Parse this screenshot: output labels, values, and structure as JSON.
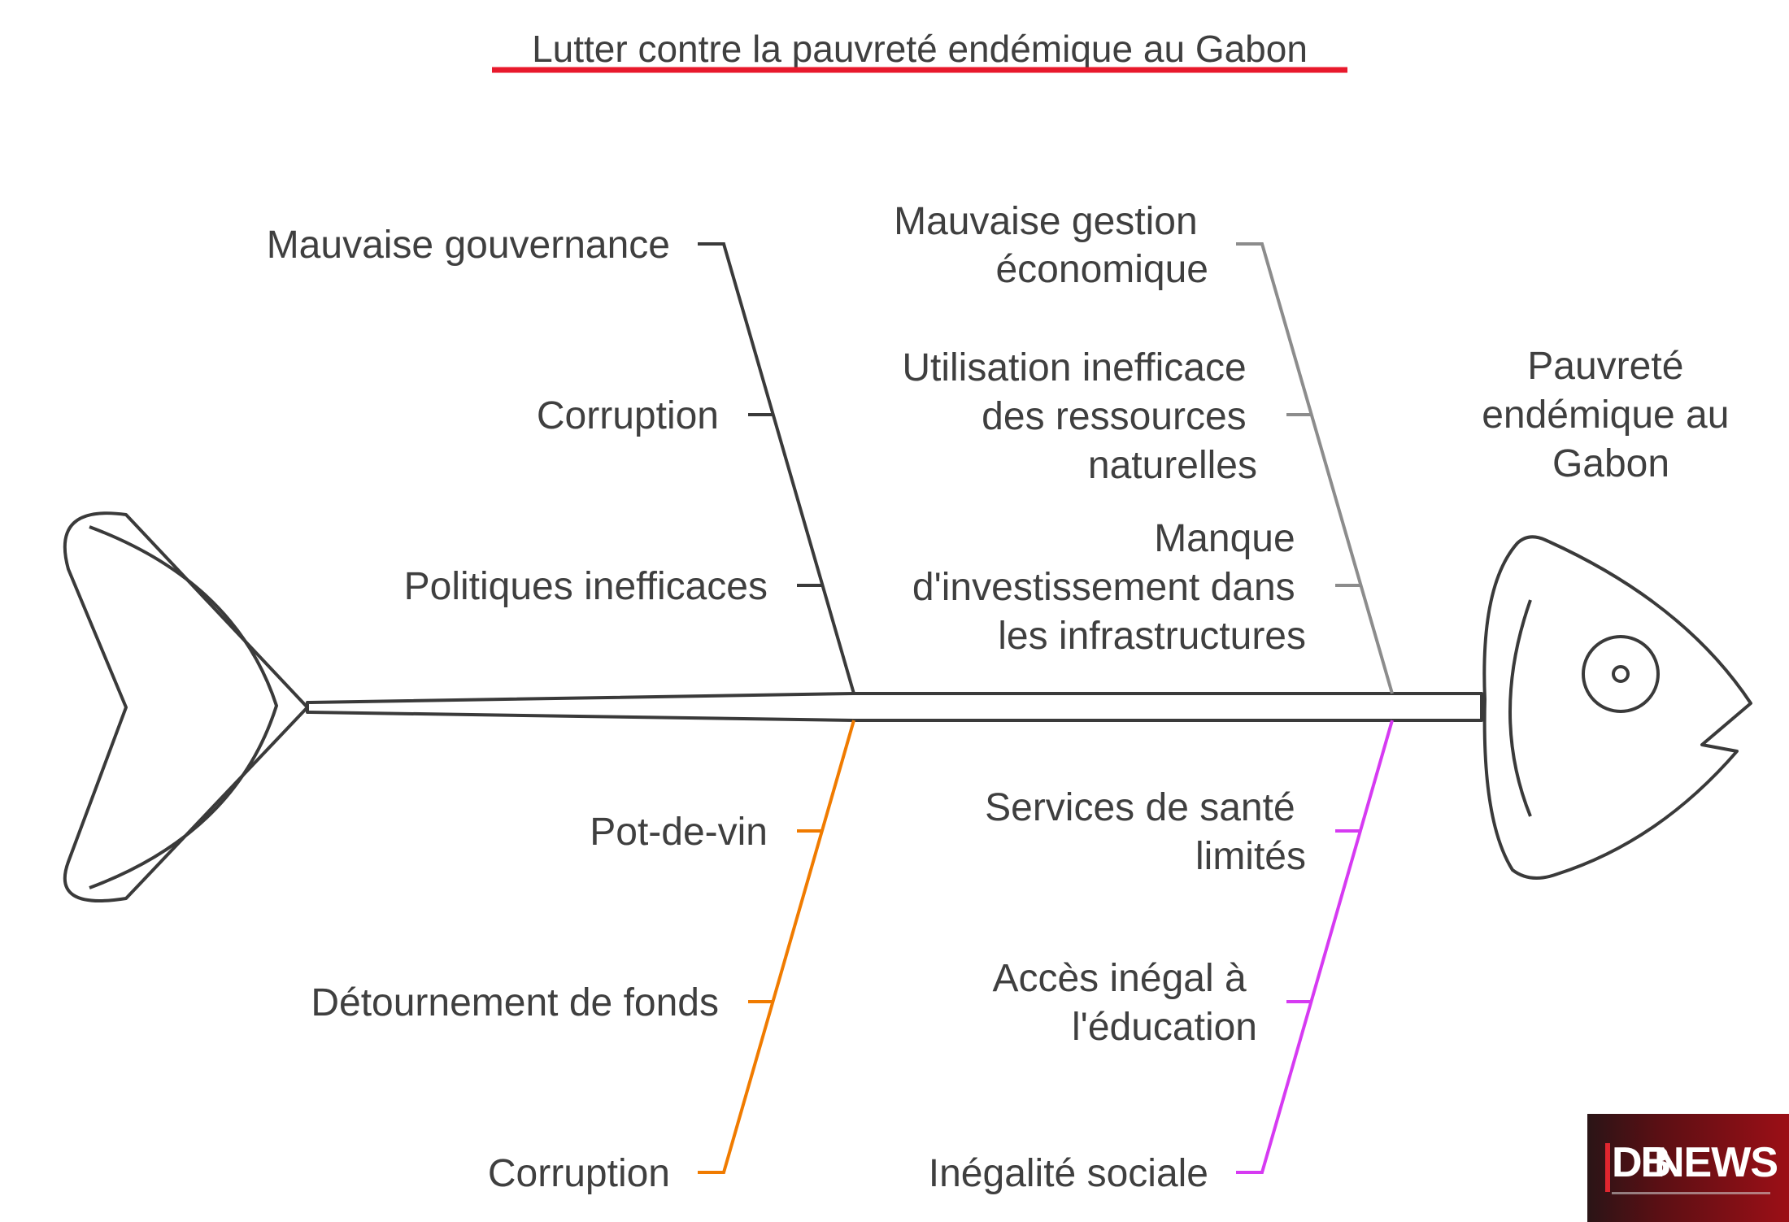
{
  "title": "Lutter contre la pauvreté endémique au Gabon",
  "effect": [
    "Pauvreté",
    "endémique au",
    "Gabon"
  ],
  "colors": {
    "title_underline": "#e8192c",
    "spine": "#3a3a3a",
    "branch_top_left": "#3a3a3a",
    "branch_top_right": "#8c8c8c",
    "branch_bottom_left": "#f07b00",
    "branch_bottom_right": "#d63af2",
    "logo_bg": "#9c0f16"
  },
  "branches": {
    "top_left": {
      "causes": [
        [
          "Mauvaise gouvernance"
        ],
        [
          "Corruption"
        ],
        [
          "Politiques inefficaces"
        ]
      ]
    },
    "top_right": {
      "causes": [
        [
          "Mauvaise gestion",
          "économique"
        ],
        [
          "Utilisation inefficace",
          "des ressources",
          "naturelles"
        ],
        [
          "Manque",
          "d'investissement dans",
          "les infrastructures"
        ]
      ]
    },
    "bottom_left": {
      "causes": [
        [
          "Pot-de-vin"
        ],
        [
          "Détournement de fonds"
        ],
        [
          "Corruption"
        ]
      ]
    },
    "bottom_right": {
      "causes": [
        [
          "Services de santé",
          "limités"
        ],
        [
          "Accès inégal à",
          "l'éducation"
        ],
        [
          "Inégalité sociale"
        ]
      ]
    }
  },
  "logo": {
    "text_left": "DB",
    "text_right": "NEWS",
    "icon": "shopping-cart-icon"
  }
}
